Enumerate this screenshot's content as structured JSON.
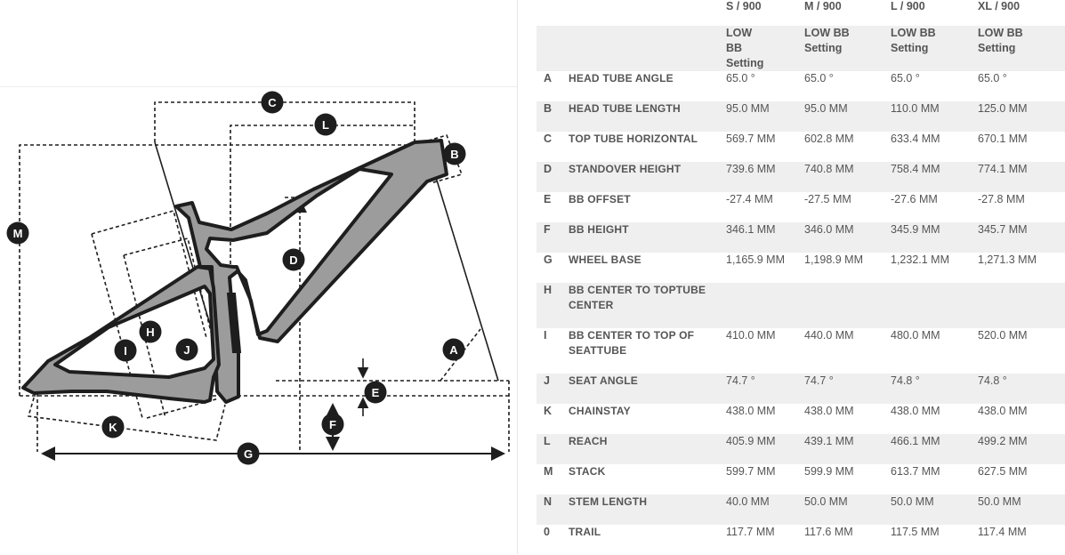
{
  "sizes": [
    {
      "name": "S / 900",
      "setting": "LOW BB Setting"
    },
    {
      "name": "M / 900",
      "setting": "LOW BB Setting"
    },
    {
      "name": "L / 900",
      "setting": "LOW BB Setting"
    },
    {
      "name": "XL / 900",
      "setting": "LOW BB Setting"
    }
  ],
  "rows": [
    {
      "letter": "A",
      "name": "HEAD TUBE ANGLE",
      "values": [
        "65.0 °",
        "65.0 °",
        "65.0 °",
        "65.0 °"
      ]
    },
    {
      "letter": "B",
      "name": "HEAD TUBE LENGTH",
      "values": [
        "95.0 MM",
        "95.0 MM",
        "110.0 MM",
        "125.0 MM"
      ]
    },
    {
      "letter": "C",
      "name": "TOP TUBE HORIZONTAL",
      "values": [
        "569.7 MM",
        "602.8 MM",
        "633.4 MM",
        "670.1 MM"
      ]
    },
    {
      "letter": "D",
      "name": "STANDOVER HEIGHT",
      "values": [
        "739.6 MM",
        "740.8 MM",
        "758.4 MM",
        "774.1 MM"
      ]
    },
    {
      "letter": "E",
      "name": "BB OFFSET",
      "values": [
        "-27.4 MM",
        "-27.5 MM",
        "-27.6 MM",
        "-27.8 MM"
      ]
    },
    {
      "letter": "F",
      "name": "BB HEIGHT",
      "values": [
        "346.1 MM",
        "346.0 MM",
        "345.9 MM",
        "345.7 MM"
      ]
    },
    {
      "letter": "G",
      "name": "WHEEL BASE",
      "values": [
        "1,165.9 MM",
        "1,198.9 MM",
        "1,232.1 MM",
        "1,271.3 MM"
      ]
    },
    {
      "letter": "H",
      "name": "BB CENTER TO TOPTUBE CENTER",
      "values": [
        "",
        "",
        "",
        ""
      ]
    },
    {
      "letter": "I",
      "name": "BB CENTER TO TOP OF SEATTUBE",
      "values": [
        "410.0 MM",
        "440.0 MM",
        "480.0 MM",
        "520.0 MM"
      ]
    },
    {
      "letter": "J",
      "name": "SEAT ANGLE",
      "values": [
        "74.7 °",
        "74.7 °",
        "74.8 °",
        "74.8 °"
      ]
    },
    {
      "letter": "K",
      "name": "CHAINSTAY",
      "values": [
        "438.0 MM",
        "438.0 MM",
        "438.0 MM",
        "438.0 MM"
      ]
    },
    {
      "letter": "L",
      "name": "REACH",
      "values": [
        "405.9 MM",
        "439.1 MM",
        "466.1 MM",
        "499.2 MM"
      ]
    },
    {
      "letter": "M",
      "name": "STACK",
      "values": [
        "599.7 MM",
        "599.9 MM",
        "613.7 MM",
        "627.5 MM"
      ]
    },
    {
      "letter": "N",
      "name": "STEM LENGTH",
      "values": [
        "40.0 MM",
        "50.0 MM",
        "50.0 MM",
        "50.0 MM"
      ]
    },
    {
      "letter": "0",
      "name": "TRAIL",
      "values": [
        "117.7 MM",
        "117.6 MM",
        "117.5 MM",
        "117.4 MM"
      ]
    }
  ],
  "diagram_labels": [
    "A",
    "B",
    "C",
    "D",
    "E",
    "F",
    "G",
    "H",
    "I",
    "J",
    "K",
    "L",
    "M"
  ],
  "colors": {
    "frame_fill": "#9c9c9c",
    "frame_stroke": "#1e1e1e",
    "row_alt": "#efefef",
    "label_bg": "#1e1e1e"
  }
}
